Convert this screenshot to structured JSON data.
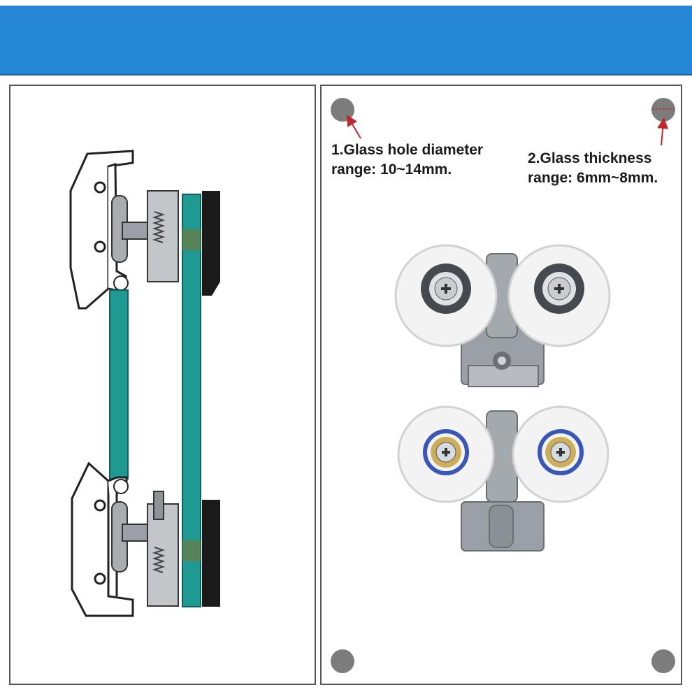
{
  "colors": {
    "banner": "#2586d6",
    "glass": "#1e9a93",
    "steel": "#9aa0a6",
    "wheel": "#f3f3f3",
    "bearing_blue": "#3a57b8",
    "pin_grey": "#7c7c7c"
  },
  "notes": {
    "hole": {
      "line1": "1.Glass hole diameter",
      "line2": "range: 10~14mm."
    },
    "thickness": {
      "line1": "2.Glass thickness",
      "line2": "range: 6mm~8mm."
    }
  },
  "icons": {
    "hole_marker": "grey-circle-icon",
    "pointer": "red-arrow-icon",
    "screw": "phillips-screw-icon"
  }
}
